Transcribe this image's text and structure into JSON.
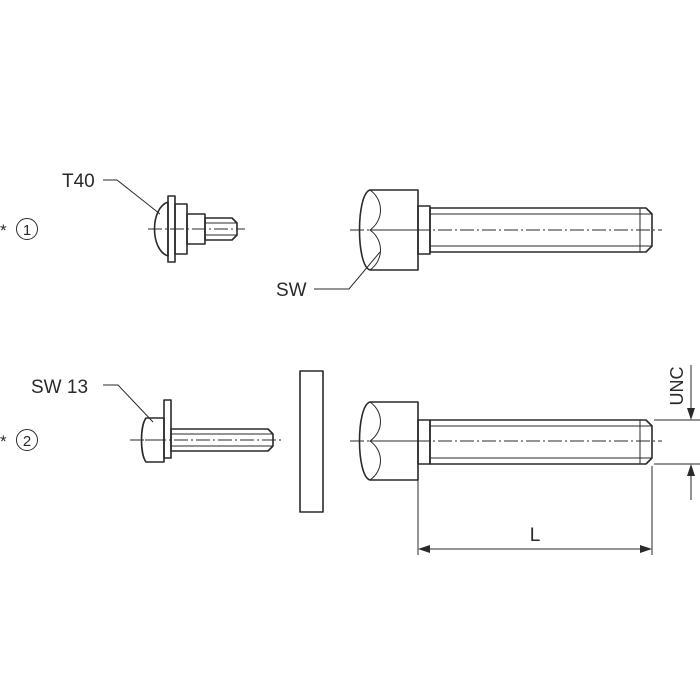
{
  "drawing": {
    "variants": [
      {
        "marker": "*",
        "number": "1",
        "head_label": "T40",
        "nut_label": "SW"
      },
      {
        "marker": "*",
        "number": "2",
        "head_label": "SW 13",
        "length_label": "L",
        "thread_label": "UNC"
      }
    ]
  }
}
